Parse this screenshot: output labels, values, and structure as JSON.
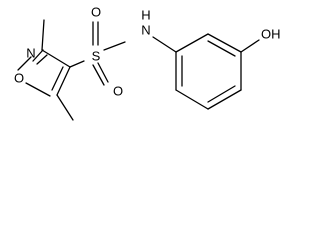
{
  "molecule": {
    "atoms": {
      "isoxazole_oxygen": "O",
      "isoxazole_nitrogen": "N",
      "sulfur": "S",
      "sulfonyl_oxygen_top": "O",
      "sulfonyl_oxygen_bottom": "O",
      "amide_nh": "N",
      "amide_h": "H",
      "hydroxyl": "OH"
    }
  }
}
